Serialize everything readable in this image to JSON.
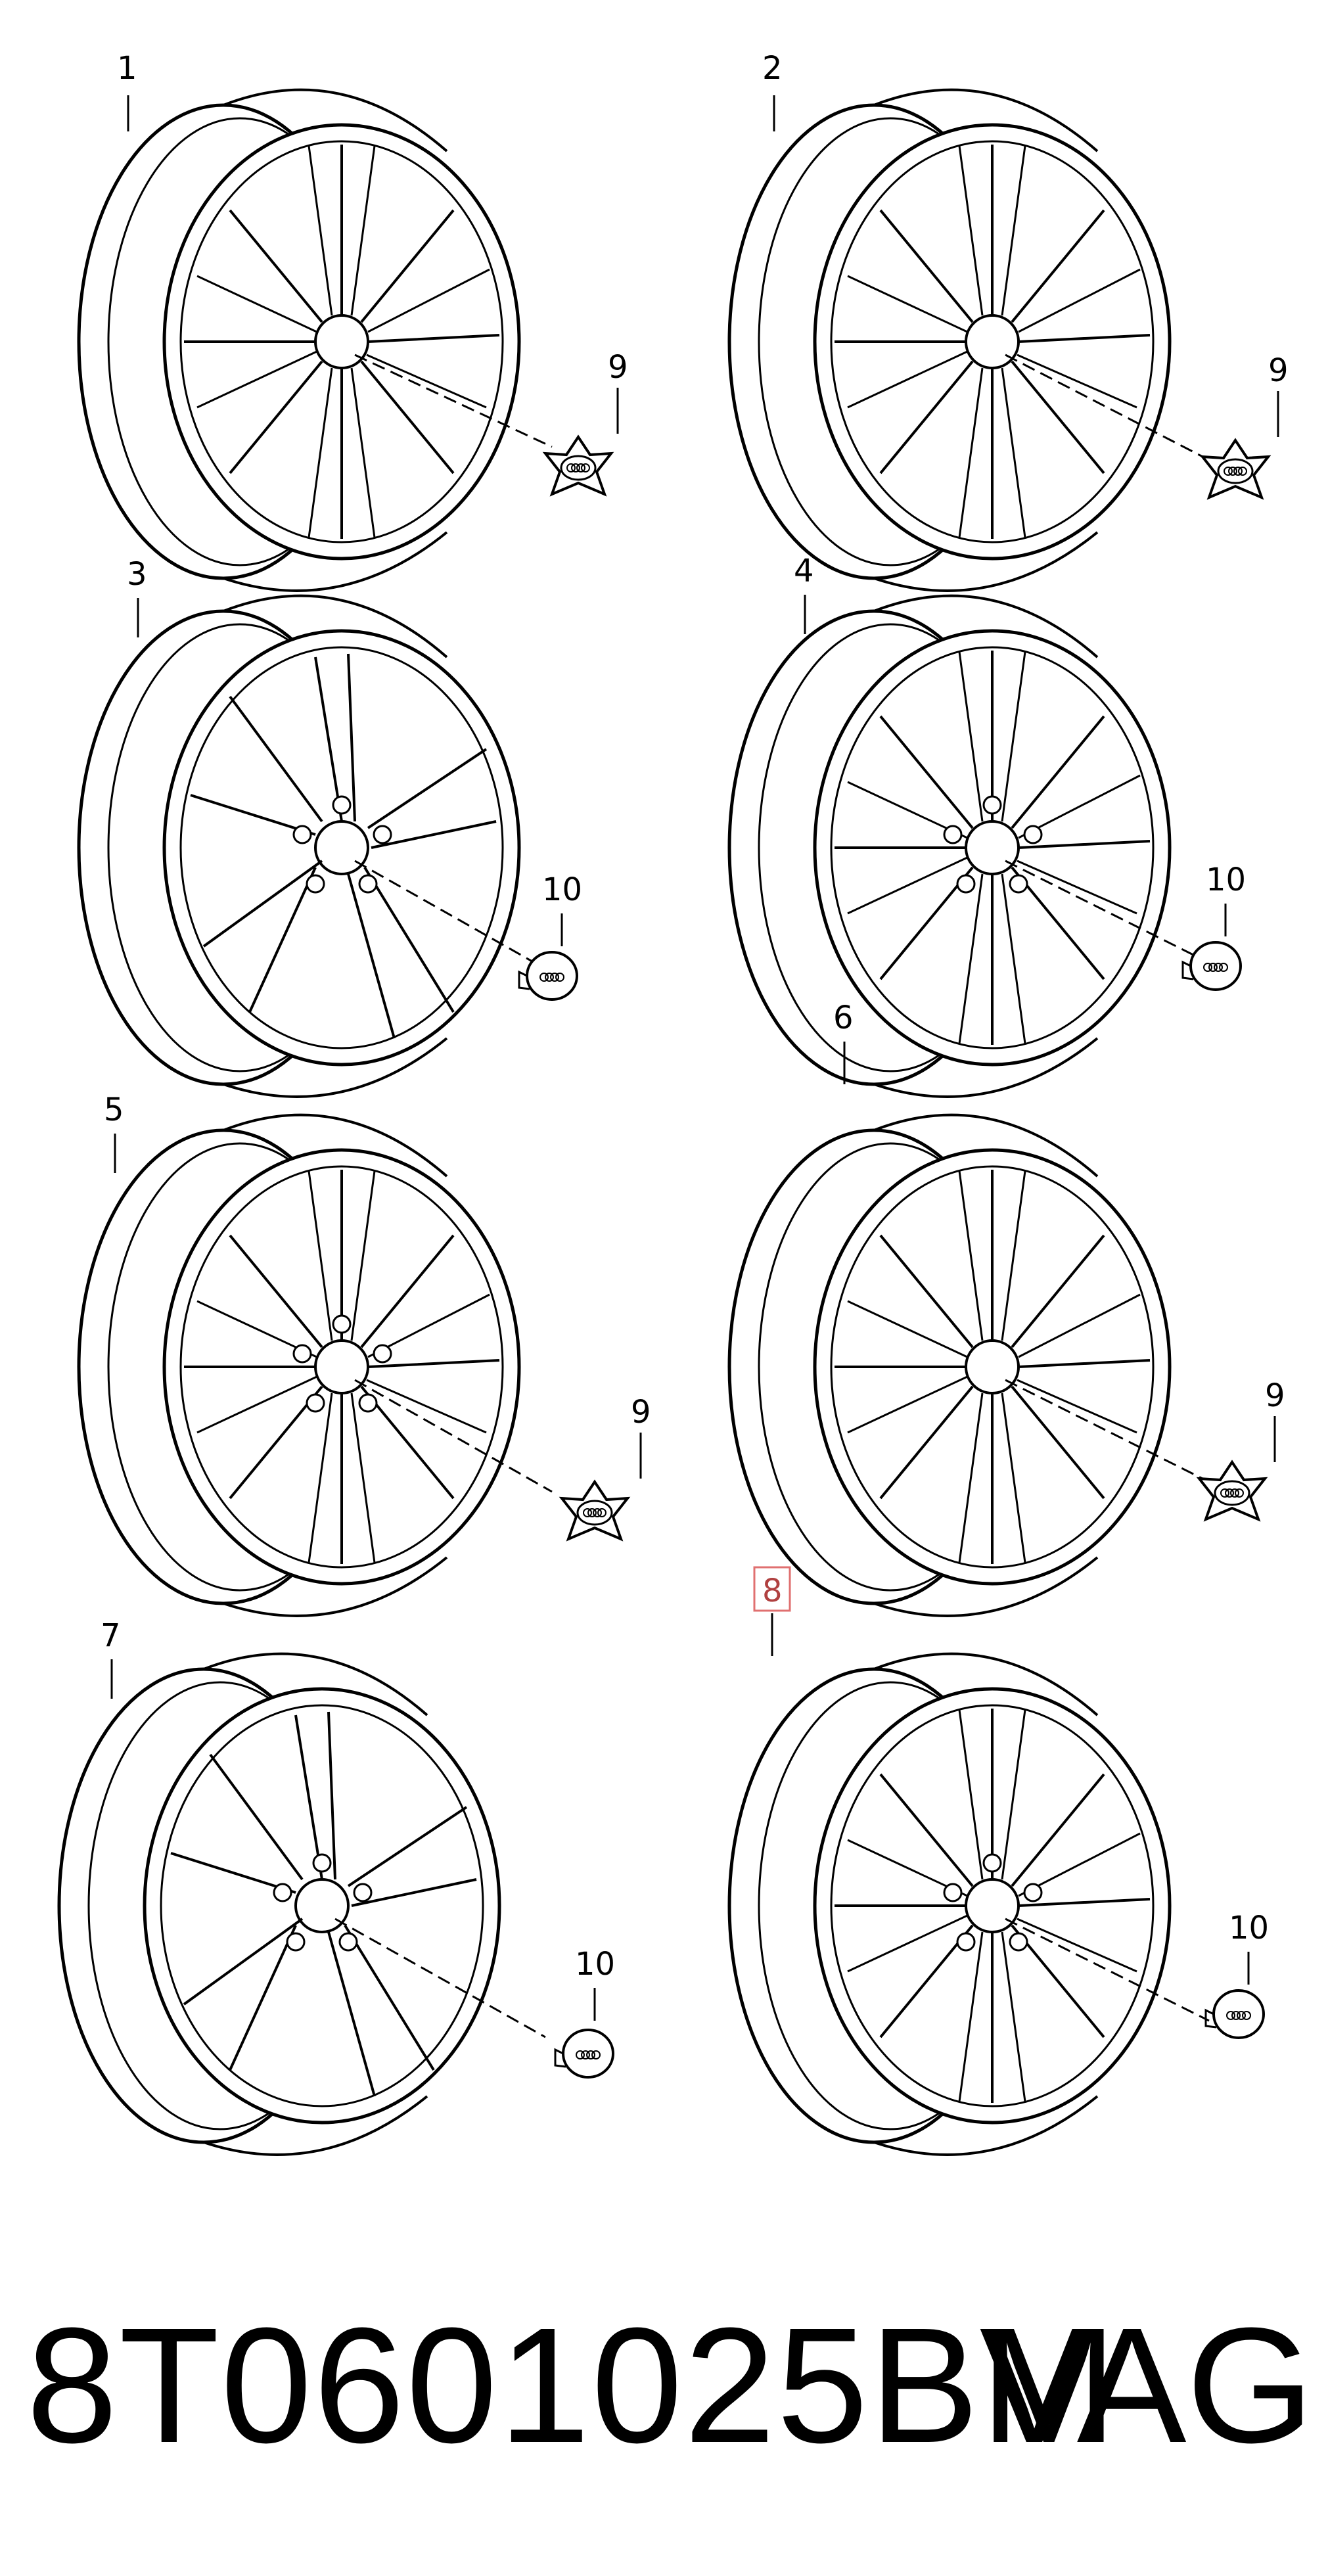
{
  "callouts": {
    "c1": "1",
    "c2": "2",
    "c3": "3",
    "c4": "4",
    "c5": "5",
    "c6": "6",
    "c7": "7",
    "c8": "8",
    "cap_a": "9",
    "cap_b": "9",
    "cap_c": "9",
    "cap_d": "9",
    "cap_e": "10",
    "cap_f": "10",
    "cap_g": "10",
    "cap_h": "10"
  },
  "highlighted_callout": "8",
  "part_number": "8T0601025BM",
  "brand": "VAG",
  "colors": {
    "line": "#000000",
    "highlight_box": "#e07070"
  }
}
